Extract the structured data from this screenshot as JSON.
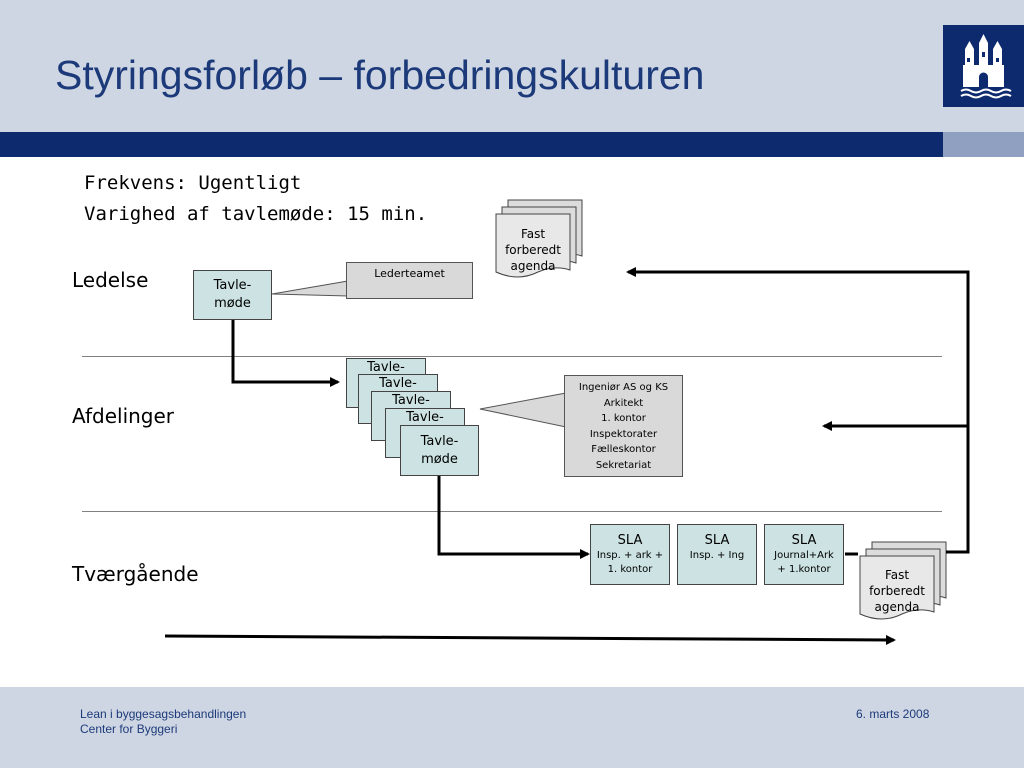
{
  "slide": {
    "title": "Styringsforløb – forbedringskulturen"
  },
  "info": {
    "line1": "Frekvens: Ugentligt",
    "line2": "Varighed af tavlemøde: 15 min."
  },
  "lanes": {
    "ledelse": "Ledelse",
    "afdelinger": "Afdelinger",
    "tvaergaaende": "Tværgående"
  },
  "ledelse_box": {
    "line1": "Tavle-",
    "line2": "møde"
  },
  "ledelse_callout": "Lederteamet",
  "afdeling_boxes": {
    "partial": "Tavle-",
    "front_line1": "Tavle-",
    "front_line2": "møde"
  },
  "afdeling_callout": [
    "Ingeniør AS og KS",
    "Arkitekt",
    "1. kontor",
    "Inspektorater",
    "Fælleskontor",
    "Sekretariat"
  ],
  "sla_boxes": [
    {
      "title": "SLA",
      "sub1": "Insp. + ark +",
      "sub2": "1. kontor"
    },
    {
      "title": "SLA",
      "sub1": "Insp. + Ing",
      "sub2": ""
    },
    {
      "title": "SLA",
      "sub1": "Journal+Ark",
      "sub2": "+ 1.kontor"
    }
  ],
  "agenda_top": [
    "Fast",
    "forberedt",
    "agenda"
  ],
  "agenda_bottom": [
    "Fast",
    "forberedt",
    "agenda"
  ],
  "footer": {
    "line1": "Lean i byggesagsbehandlingen",
    "line2": "Center for Byggeri",
    "date": "6. marts 2008"
  },
  "colors": {
    "navy": "#0d2a6e",
    "header_bg": "#cfd6e3",
    "box_fill": "#cde3e3",
    "callout_fill": "#d9d9d9"
  }
}
